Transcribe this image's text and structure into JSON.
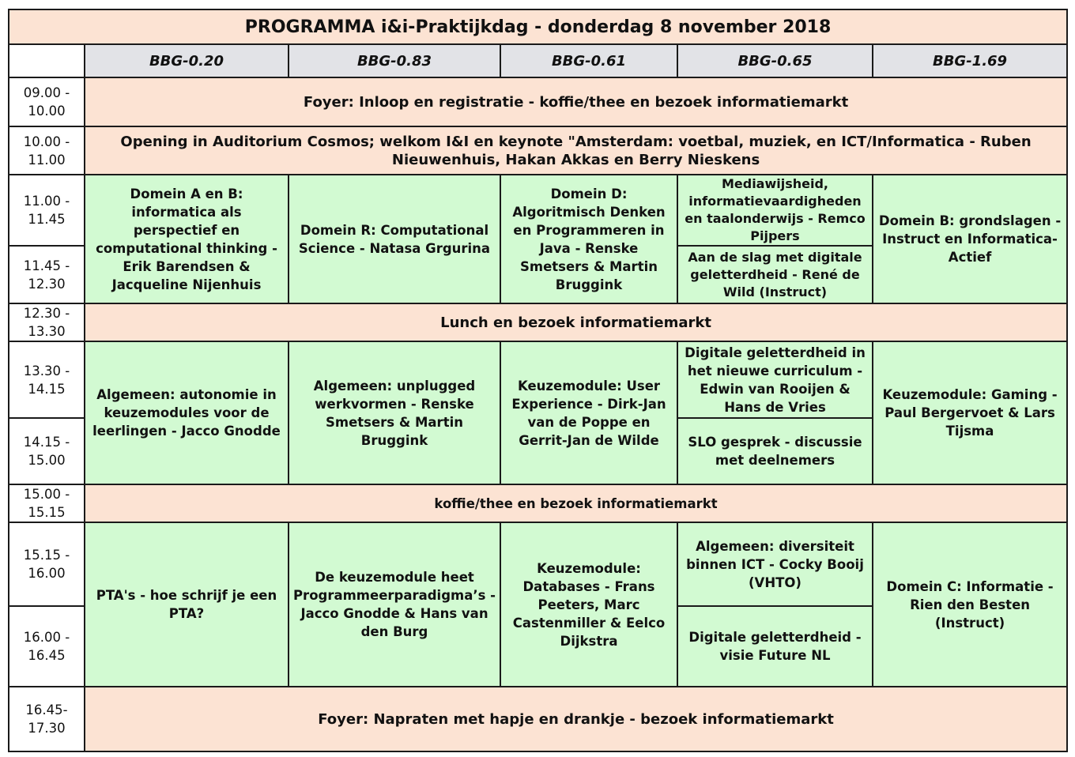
{
  "title": "PROGRAMMA i&i-Praktijkdag   - donderdag 8 november 2018",
  "rooms": [
    "BBG-0.20",
    "BBG-0.83",
    "BBG-0.61",
    "BBG-0.65",
    "BBG-1.69"
  ],
  "times": [
    "09.00 - 10.00",
    "10.00 - 11.00",
    "11.00 - 11.45",
    "11.45 - 12.30",
    "12.30 - 13.30",
    "13.30 - 14.15",
    "14.15 - 15.00",
    "15.00 - 15.15",
    "15.15 - 16.00",
    "16.00 - 16.45",
    "16.45- 17.30"
  ],
  "plenary": {
    "inloop": "Foyer: Inloop en registratie - koffie/thee en bezoek informatiemarkt",
    "opening": "Opening in Auditorium Cosmos; welkom I&I en keynote \"Amsterdam: voetbal, muziek, en ICT/Informatica  - Ruben Nieuwenhuis, Hakan Akkas en Berry Nieskens",
    "lunch": "Lunch en bezoek informatiemarkt",
    "koffie": "koffie/thee en bezoek informatiemarkt",
    "napraten": "Foyer: Napraten met hapje en drankje - bezoek informatiemarkt"
  },
  "block1": {
    "c1": "Domein A en B: informatica als perspectief en computational thinking - Erik Barendsen & Jacqueline Nijenhuis",
    "c2": "Domein R: Computational Science - Natasa Grgurina",
    "c3": "Domein D: Algoritmisch Denken en Programmeren in Java - Renske Smetsers & Martin Bruggink",
    "c4a": "Mediawijsheid, informatievaardigheden en taalonderwijs - Remco Pijpers",
    "c4b": "Aan de slag met digitale geletterdheid -  René de Wild (Instruct)",
    "c5": "Domein B: grondslagen - Instruct en Informatica-Actief"
  },
  "block2": {
    "c1": "Algemeen: autonomie in keuzemodules voor de leerlingen - Jacco Gnodde",
    "c2": "Algemeen: unplugged werkvormen - Renske Smetsers & Martin Bruggink",
    "c3": "Keuzemodule: User Experience - Dirk-Jan van de Poppe en Gerrit-Jan de Wilde",
    "c4a": "Digitale geletterdheid in het nieuwe curriculum - Edwin van Rooijen & Hans de Vries",
    "c4b": "SLO gesprek - discussie met deelnemers",
    "c5": "Keuzemodule: Gaming - Paul Bergervoet & Lars Tijsma"
  },
  "block3": {
    "c1": "PTA's - hoe schrijf je een PTA?",
    "c2": "De keuzemodule heet Programmeerparadigma’s - Jacco Gnodde & Hans van den Burg",
    "c3": "Keuzemodule: Databases - Frans Peeters, Marc Castenmiller & Eelco Dijkstra",
    "c4a": "Algemeen: diversiteit binnen ICT - Cocky Booij (VHTO)",
    "c4b": "Digitale geletterdheid - visie Future NL",
    "c5": "Domein C: Informatie - Rien den Besten (Instruct)"
  }
}
